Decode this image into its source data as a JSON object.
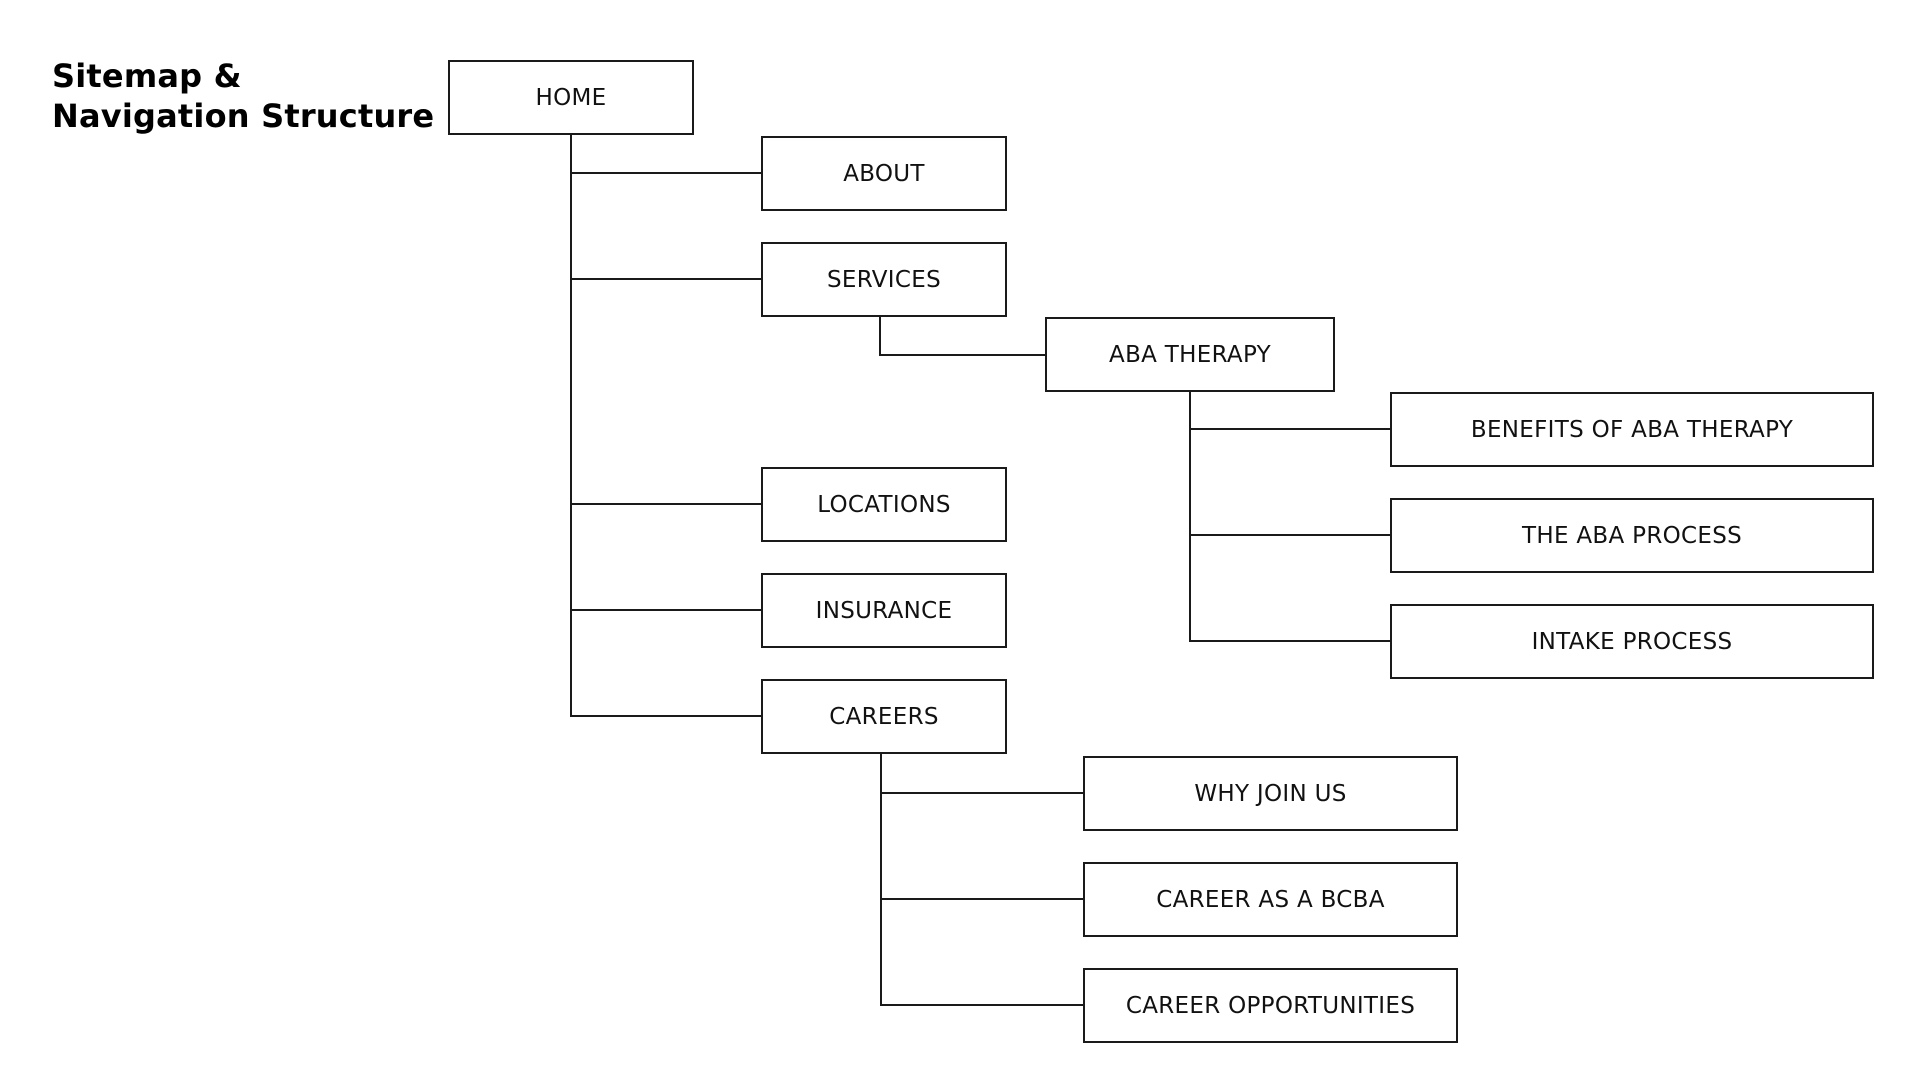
{
  "title": {
    "line1": "Sitemap &",
    "line2": "Navigation Structure"
  },
  "nodes": {
    "home": "HOME",
    "about": "ABOUT",
    "services": "SERVICES",
    "aba_therapy": "ABA THERAPY",
    "benefits": "BENEFITS OF ABA THERAPY",
    "aba_process": "THE ABA PROCESS",
    "intake": "INTAKE PROCESS",
    "locations": "LOCATIONS",
    "insurance": "INSURANCE",
    "careers": "CAREERS",
    "why_join": "WHY JOIN US",
    "career_bcba": "CAREER AS A BCBA",
    "career_opps": "CAREER OPPORTUNITIES"
  }
}
